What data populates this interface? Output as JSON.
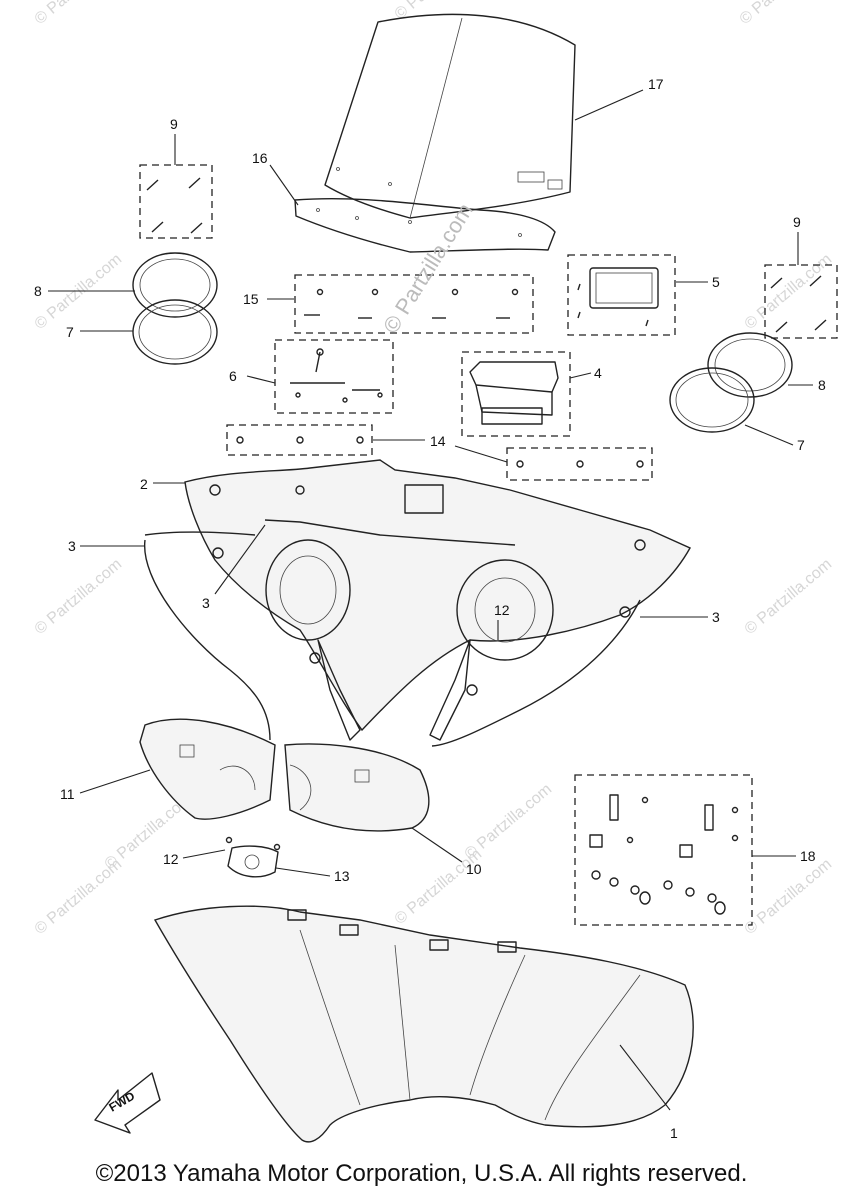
{
  "callouts": [
    "1",
    "2",
    "3",
    "3",
    "3",
    "4",
    "5",
    "6",
    "7",
    "7",
    "8",
    "8",
    "9",
    "9",
    "10",
    "11",
    "12",
    "12",
    "13",
    "14",
    "15",
    "16",
    "17",
    "18"
  ],
  "fwd_label": "FWD",
  "watermark_center": "© Partzilla.com",
  "watermark_tile": "© Partzilla.com",
  "copyright": "©2013 Yamaha Motor Corporation, U.S.A. All rights reserved."
}
